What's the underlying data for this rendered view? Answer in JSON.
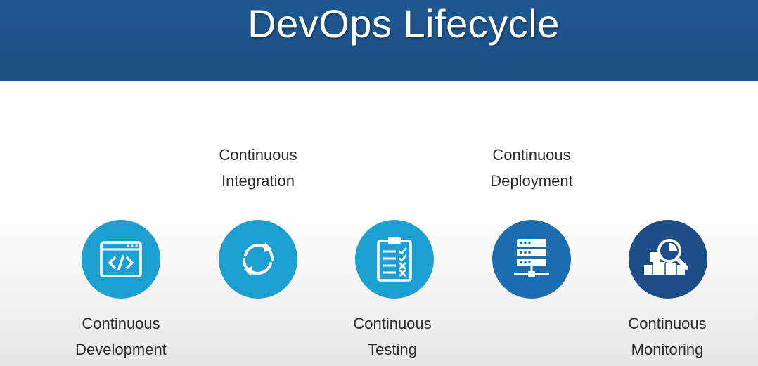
{
  "title": "DevOps Lifecycle",
  "stages": [
    {
      "name": "development",
      "line1": "Continuous",
      "line2": "Development",
      "icon": "code-window-icon",
      "color": "#1e9fd2",
      "label_position": "below"
    },
    {
      "name": "integration",
      "line1": "Continuous",
      "line2": "Integration",
      "icon": "refresh-cycle-icon",
      "color": "#1e9fd2",
      "label_position": "above"
    },
    {
      "name": "testing",
      "line1": "Continuous",
      "line2": "Testing",
      "icon": "checklist-clipboard-icon",
      "color": "#1e9fd2",
      "label_position": "below"
    },
    {
      "name": "deployment",
      "line1": "Continuous",
      "line2": "Deployment",
      "icon": "server-network-icon",
      "color": "#1a6eaf",
      "label_position": "above"
    },
    {
      "name": "monitoring",
      "line1": "Continuous",
      "line2": "Monitoring",
      "icon": "magnifier-boxes-icon",
      "color": "#1c4d86",
      "label_position": "below"
    }
  ]
}
